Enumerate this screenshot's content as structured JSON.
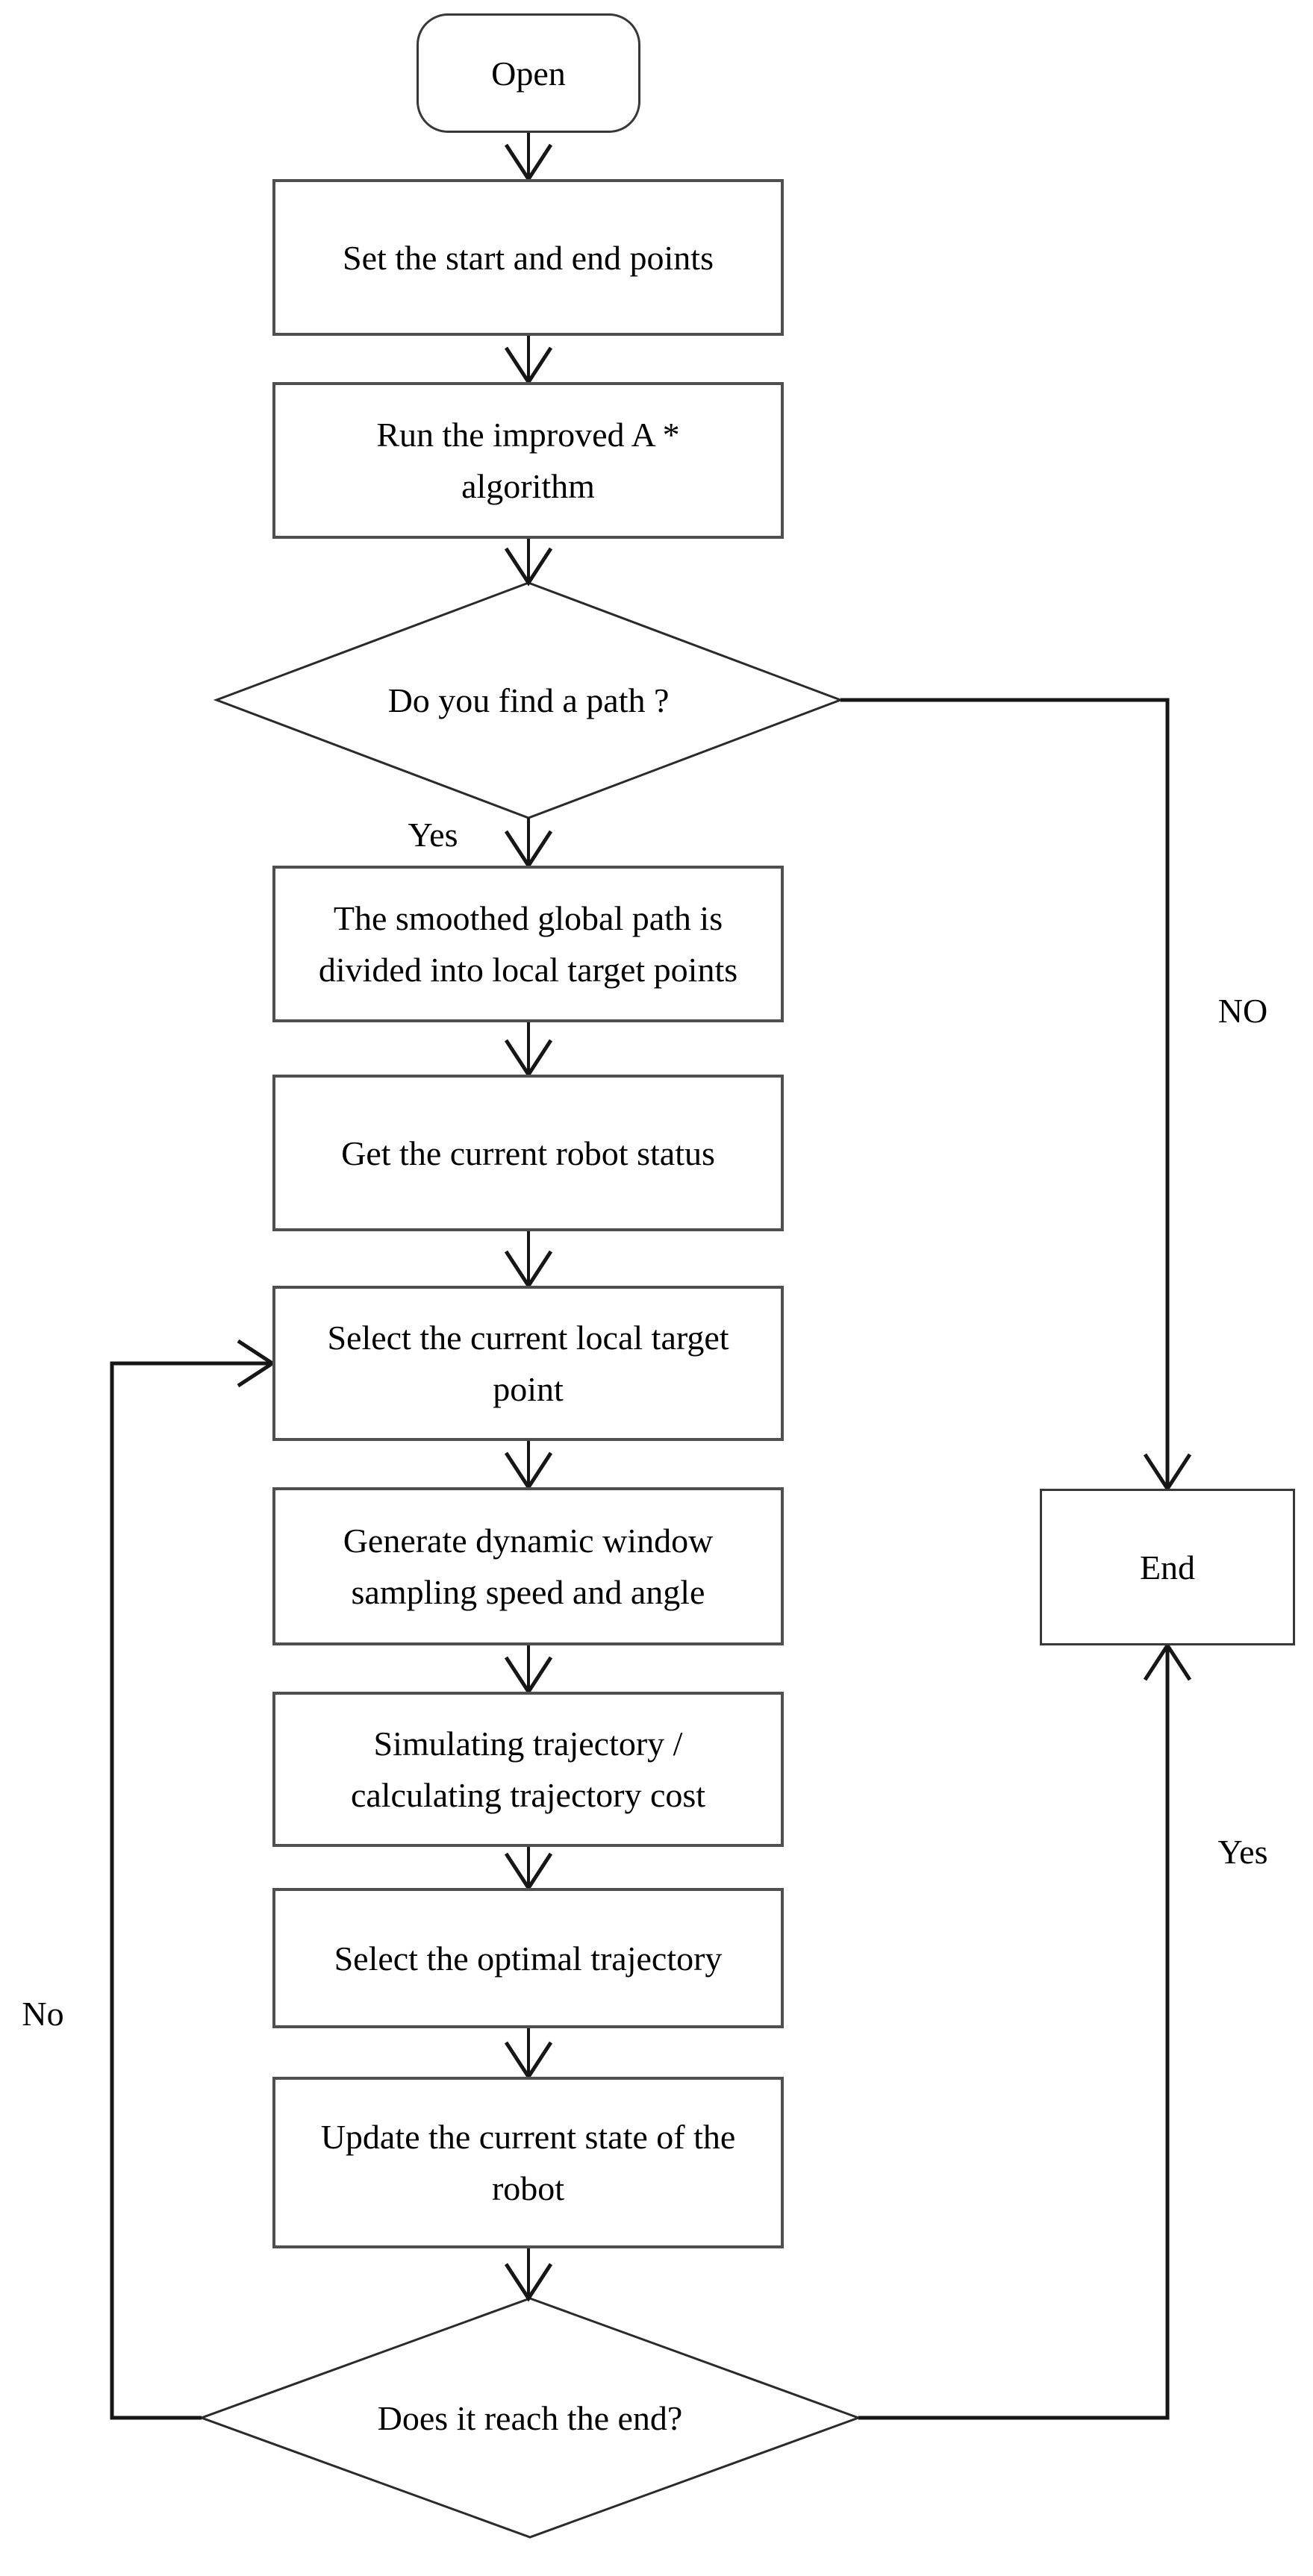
{
  "flowchart": {
    "nodes": [
      {
        "id": "open",
        "type": "terminator",
        "label": "Open"
      },
      {
        "id": "set-points",
        "type": "process",
        "label": "Set the start and end points"
      },
      {
        "id": "run-improved-a-star",
        "type": "process",
        "label": "Run the improved A *\nalgorithm"
      },
      {
        "id": "find-path",
        "type": "decision",
        "label": "Do you find a path ?"
      },
      {
        "id": "smoothed-global-path",
        "type": "process",
        "label": "The smoothed global path is\ndivided into local target points"
      },
      {
        "id": "get-robot-status",
        "type": "process",
        "label": "Get the current robot status"
      },
      {
        "id": "select-local-target",
        "type": "process",
        "label": "Select the current local target\npoint"
      },
      {
        "id": "generate-dynamic-window",
        "type": "process",
        "label": "Generate dynamic window\nsampling speed and angle"
      },
      {
        "id": "simulate-trajectory",
        "type": "process",
        "label": "Simulating trajectory /\ncalculating trajectory cost"
      },
      {
        "id": "select-optimal-trajectory",
        "type": "process",
        "label": "Select the optimal trajectory"
      },
      {
        "id": "update-robot-state",
        "type": "process",
        "label": "Update the current state of the\nrobot"
      },
      {
        "id": "reach-end",
        "type": "decision",
        "label": "Does it reach the end?"
      },
      {
        "id": "end",
        "type": "terminator-box",
        "label": "End"
      }
    ],
    "edge_labels": [
      {
        "id": "find-path-yes",
        "label": "Yes"
      },
      {
        "id": "find-path-no",
        "label": "NO"
      },
      {
        "id": "reach-end-no",
        "label": "No"
      },
      {
        "id": "reach-end-yes",
        "label": "Yes"
      }
    ],
    "colors": {
      "background": "#ffffff",
      "line": "#161616",
      "box_border": "#4f4f4f",
      "terminator_border": "#383838",
      "text": "#000000"
    }
  }
}
